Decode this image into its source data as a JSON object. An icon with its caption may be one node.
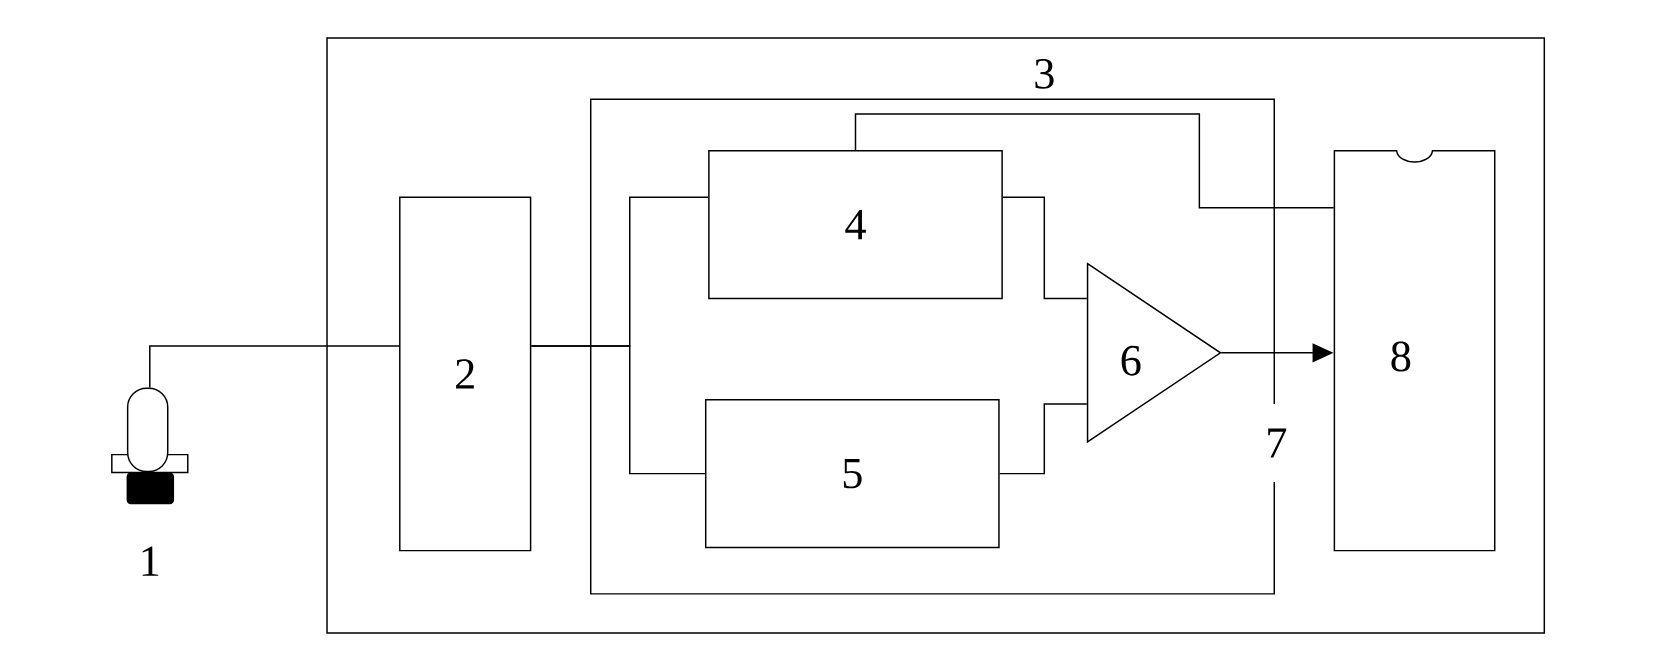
{
  "diagram": {
    "nodes": [
      {
        "text": [],
        "shape": "picture",
        "beside": [
          "1"
        ]
      },
      {
        "text": [],
        "shape": "box"
      },
      {
        "text": [
          "2"
        ],
        "in": 1
      },
      {
        "text": [
          "3"
        ],
        "in": 1
      },
      {
        "text": [
          "4"
        ],
        "in": 3
      },
      {
        "text": [
          "5"
        ],
        "in": 3
      },
      {
        "text": [
          "6"
        ],
        "in": 3
      },
      {
        "text": [
          "8"
        ],
        "in": 1
      }
    ],
    "edges": [
      {
        "from": 0,
        "to": 2,
        "arrow": "none"
      },
      {
        "from": 2,
        "to": 4,
        "arrow": "none"
      },
      {
        "from": 2,
        "to": 5,
        "arrow": "none"
      },
      {
        "from": 4,
        "to": 6,
        "arrow": "none"
      },
      {
        "from": 5,
        "to": 6,
        "arrow": "none"
      },
      {
        "from": 6,
        "to": 7,
        "arrow": "to"
      },
      {
        "from": 4,
        "to": 7,
        "arrow": "none"
      }
    ],
    "labels": [
      "7"
    ]
  }
}
